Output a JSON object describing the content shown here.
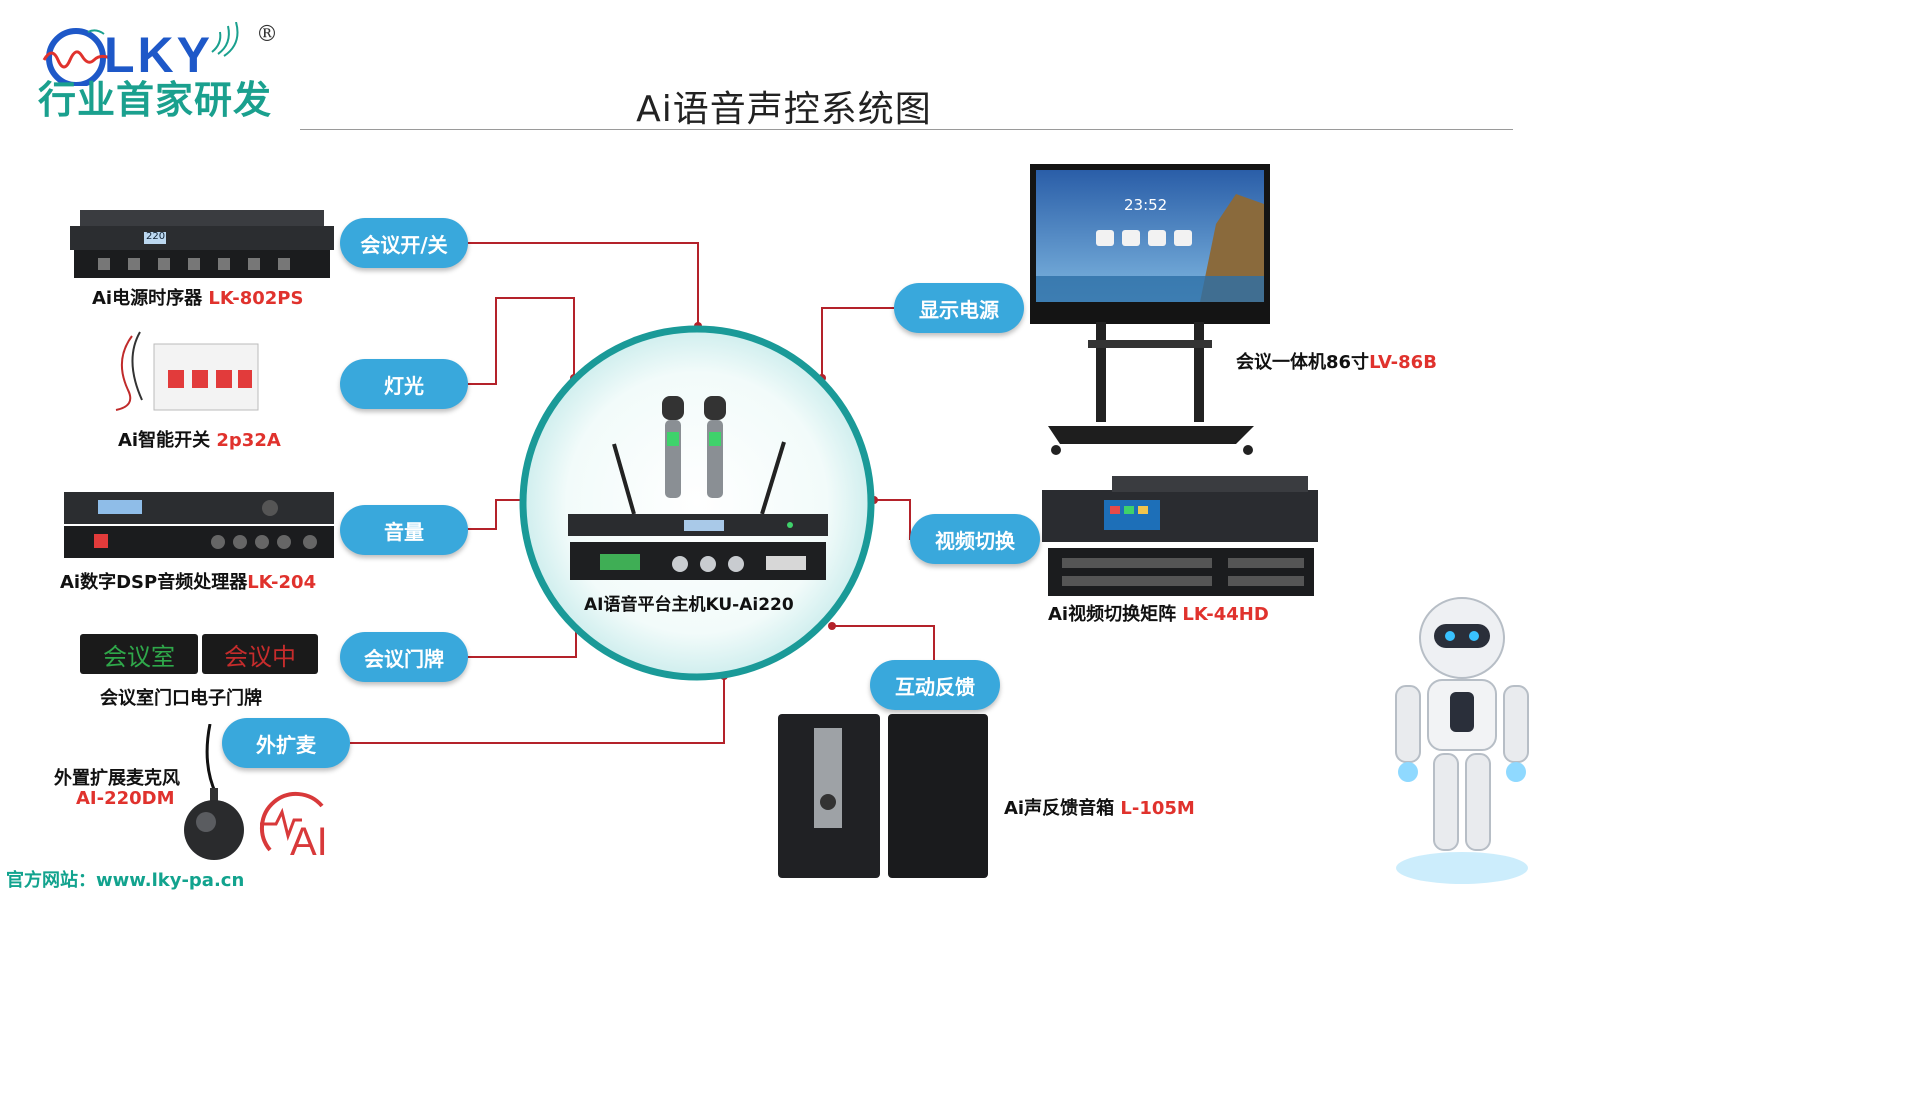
{
  "brand": {
    "mark": "LKY",
    "registered": "®",
    "slogan": "行业首家研发"
  },
  "title": "Ai语音声控系统图",
  "website": "官方网站：www.lky-pa.cn",
  "colors": {
    "teal": "#12a38e",
    "pill": "#39a8dc",
    "line": "#b4222a",
    "accent_red": "#e0322d",
    "ring": "#1a9a98"
  },
  "hub": {
    "label": "AI语音平台主机KU-Ai220"
  },
  "functions": {
    "power_switch": "会议开/关",
    "lighting": "灯光",
    "volume": "音量",
    "door_sign": "会议门牌",
    "ext_mic": "外扩麦",
    "display_power": "显示电源",
    "video_switch": "视频切换",
    "feedback": "互动反馈"
  },
  "devices": {
    "sequencer": {
      "name": "Ai电源时序器",
      "model": "LK-802PS",
      "display": "220"
    },
    "smart_switch": {
      "name": "Ai智能开关",
      "model": "2p32A"
    },
    "dsp": {
      "name": "Ai数字DSP音频处理器",
      "model": "LK-204"
    },
    "door_sign": {
      "name": "会议室门口电子门牌",
      "panel1": "会议室",
      "panel2": "会议中"
    },
    "ext_mic": {
      "name": "外置扩展麦克风",
      "model": "AI-220DM",
      "badge": "AI"
    },
    "display": {
      "name": "会议一体机86寸",
      "model": "LV-86B",
      "clock": "23:52"
    },
    "matrix": {
      "name": "Ai视频切换矩阵",
      "model": "LK-44HD"
    },
    "speaker": {
      "name": "Ai声反馈音箱",
      "model": "L-105M"
    }
  },
  "icons": [
    "lky-logo-wave-icon",
    "microphone-icon",
    "robot-illustration-icon",
    "ai-badge-icon"
  ]
}
